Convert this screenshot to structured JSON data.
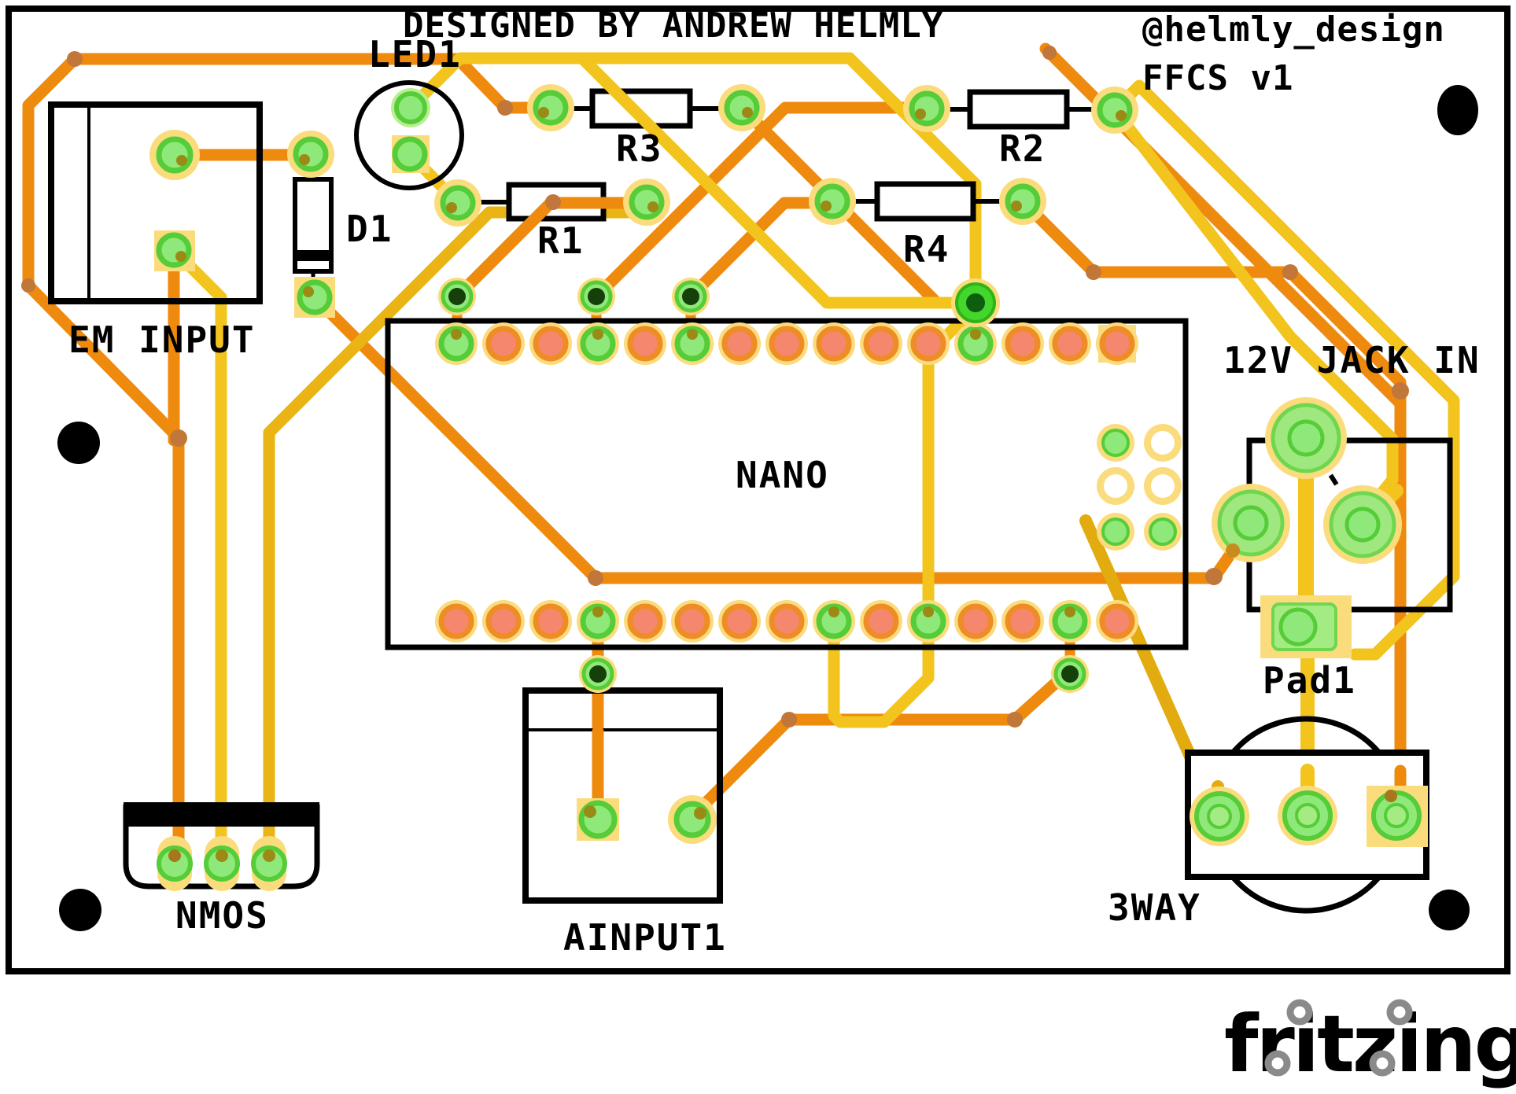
{
  "board": {
    "title": "DESIGNED BY ANDREW HELMLY",
    "handle": "@helmly_design",
    "version": "FFCS v1"
  },
  "components": {
    "led1": {
      "label": "LED1"
    },
    "r1": {
      "label": "R1"
    },
    "r2": {
      "label": "R2"
    },
    "r3": {
      "label": "R3"
    },
    "r4": {
      "label": "R4"
    },
    "d1": {
      "label": "D1"
    },
    "em_input": {
      "label": "EM INPUT"
    },
    "nano": {
      "label": "NANO",
      "top_pads": [
        "green",
        "salmon",
        "salmon",
        "green",
        "salmon",
        "green",
        "salmon",
        "salmon",
        "salmon",
        "salmon",
        "salmon",
        "green",
        "salmon",
        "salmon",
        "salmon_square"
      ],
      "bottom_pads": [
        "salmon",
        "salmon",
        "salmon",
        "green",
        "salmon",
        "salmon",
        "salmon",
        "salmon",
        "green",
        "salmon",
        "green",
        "salmon",
        "salmon",
        "green",
        "salmon"
      ]
    },
    "jack": {
      "label": "12V JACK IN"
    },
    "pad1": {
      "label": "Pad1"
    },
    "nmos": {
      "label": "NMOS"
    },
    "ainput1": {
      "label": "AINPUT1"
    },
    "threeway": {
      "label": "3WAY"
    }
  },
  "logo": {
    "text": "fritzing"
  },
  "colors": {
    "trace_orange": "#EE8A0E",
    "trace_yellow": "#F2C41D",
    "trace_gold": "#E2AB10",
    "bend_dot": "#C1763A",
    "pad_halo": "#FADC7D",
    "pad_green": "#8FE97A",
    "pad_green_ring": "#55CC38",
    "pad_salmon": "#F5876E",
    "pad_salmon_ring": "#EE8C26",
    "via_dark": "#16400A",
    "big_via_green": "#44D62C",
    "silkscreen": "#000000",
    "logo_gray": "#8A8A8A"
  }
}
